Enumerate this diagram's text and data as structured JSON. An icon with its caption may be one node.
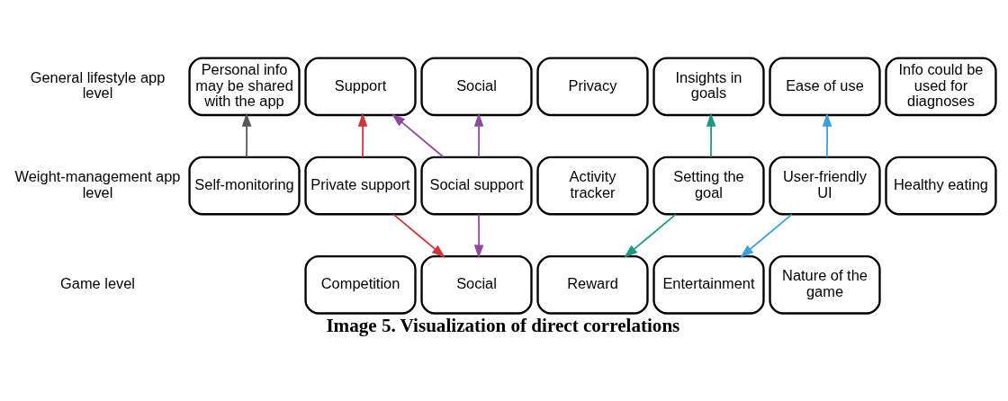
{
  "diagram": {
    "caption": "Image 5. Visualization of direct correlations",
    "nodes": [
      {
        "text": [
          "Personal info may be shared with the app"
        ]
      },
      {
        "text": [
          "Support"
        ]
      },
      {
        "text": [
          "Social"
        ]
      },
      {
        "text": [
          "Privacy"
        ]
      },
      {
        "text": [
          "Insights in goals"
        ]
      },
      {
        "text": [
          "Ease of use"
        ]
      },
      {
        "text": [
          "Info could be used for diagnoses"
        ]
      },
      {
        "text": [
          "Self-monitoring"
        ]
      },
      {
        "text": [
          "Private support"
        ]
      },
      {
        "text": [
          "Social support"
        ]
      },
      {
        "text": [
          "Activity tracker"
        ]
      },
      {
        "text": [
          "Setting the goal"
        ]
      },
      {
        "text": [
          "User-friendly UI"
        ]
      },
      {
        "text": [
          "Healthy eating"
        ]
      },
      {
        "text": [
          "Competition"
        ]
      },
      {
        "text": [
          "Social"
        ]
      },
      {
        "text": [
          "Reward"
        ]
      },
      {
        "text": [
          "Entertainment"
        ]
      },
      {
        "text": [
          "Nature of the game"
        ]
      }
    ],
    "edges": [
      {
        "from": 7,
        "to": 0,
        "arrow": "to",
        "color": "#555555"
      },
      {
        "from": 8,
        "to": 1,
        "arrow": "to",
        "color": "#d0343a"
      },
      {
        "from": 9,
        "to": 1,
        "arrow": "to",
        "color": "#8e4a9b"
      },
      {
        "from": 9,
        "to": 2,
        "arrow": "to",
        "color": "#8e4a9b"
      },
      {
        "from": 11,
        "to": 4,
        "arrow": "to",
        "color": "#1a9a80"
      },
      {
        "from": 12,
        "to": 5,
        "arrow": "to",
        "color": "#3aa0dc"
      },
      {
        "from": 8,
        "to": 15,
        "arrow": "to",
        "color": "#d0343a"
      },
      {
        "from": 9,
        "to": 15,
        "arrow": "to",
        "color": "#8e4a9b"
      },
      {
        "from": 11,
        "to": 16,
        "arrow": "to",
        "color": "#1a9a80"
      },
      {
        "from": 12,
        "to": 17,
        "arrow": "to",
        "color": "#3aa0dc"
      }
    ],
    "labels": [
      "General lifestyle app level",
      "Weight-management app level",
      "Game level"
    ]
  }
}
